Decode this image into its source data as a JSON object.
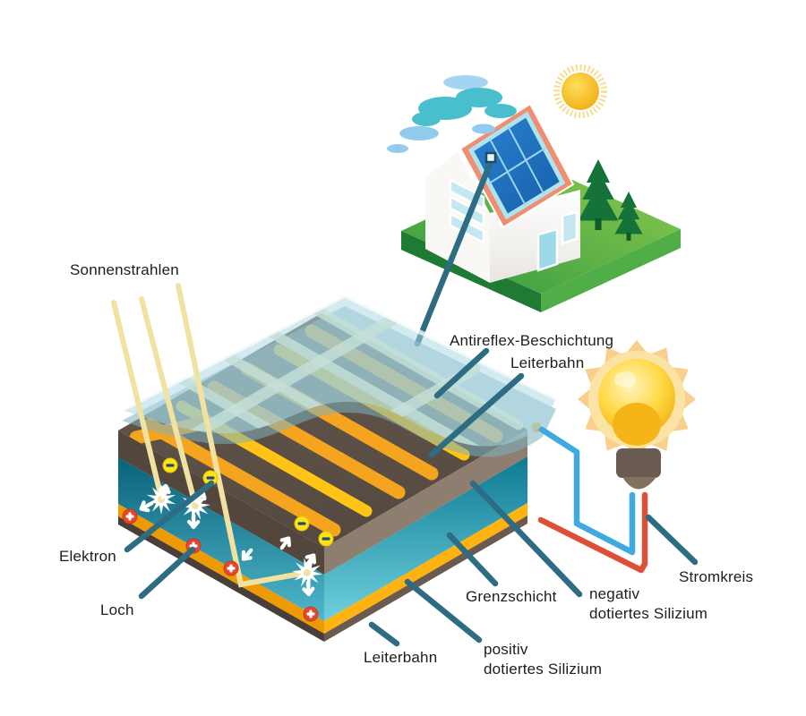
{
  "diagram": {
    "labels": {
      "sonnenstrahlen": "Sonnenstrahlen",
      "antireflex_beschichtung": "Antireflex-Beschichtung",
      "leiterbahn_top": "Leiterbahn",
      "elektron": "Elektron",
      "loch": "Loch",
      "leiterbahn_bottom": "Leiterbahn",
      "grenzschicht": "Grenzschicht",
      "positiv_line1": "positiv",
      "positiv_line2": "dotiertes Silizium",
      "negativ_line1": "negativ",
      "negativ_line2": "dotiertes Silizium",
      "stromkreis": "Stromkreis"
    },
    "icons": {
      "sun": "sun-icon",
      "cloud": "cloud-icon",
      "house": "house-icon",
      "tree": "tree-icon",
      "solar_panel": "solar-panel-icon",
      "light_bulb": "light-bulb-icon",
      "electron": "electron-icon",
      "hole": "hole-icon",
      "starburst": "starburst-icon",
      "arrow": "arrow-icon"
    },
    "colors": {
      "pointer_line": "#2E6C84",
      "sun_ray": "#F2E2A2",
      "conductor_orange": "#F5A41F",
      "n_silicon_face": "#8E7E6F",
      "p_silicon_top": "#0E7A94",
      "p_silicon_bottom": "#6FD0DC",
      "base_brown": "#6B5B4E",
      "glass_blue": "#AFD8E2",
      "wire_blue": "#3FA9E0",
      "wire_red": "#DD5038",
      "bulb_yellow": "#FFD844",
      "electron_yellow": "#FFE11A",
      "hole_red": "#E2492F",
      "grass_green": "#46A546",
      "roof_red": "#D2412E",
      "roof_salmon": "#EF8E72",
      "panel_blue": "#1C6FBE",
      "text": "#1D1D1B"
    }
  }
}
